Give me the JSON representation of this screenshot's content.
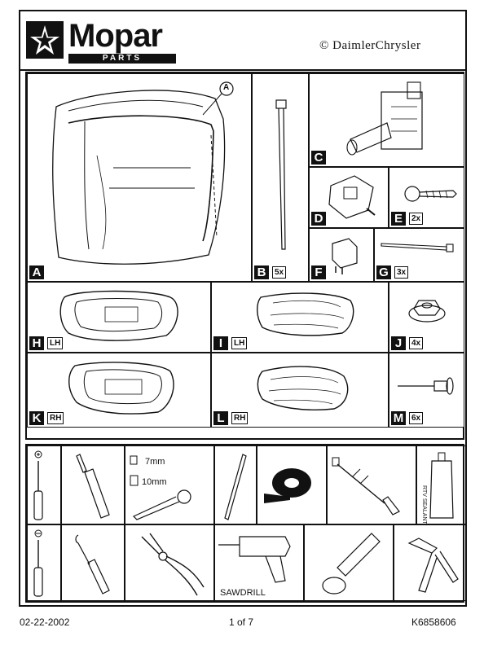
{
  "header": {
    "brand": "Mopar",
    "sub_brand": "PARTS",
    "copyright": "© DaimlerChrysler"
  },
  "parts": [
    {
      "letter": "A",
      "qty": ""
    },
    {
      "letter": "B",
      "qty": "5x"
    },
    {
      "letter": "C",
      "qty": ""
    },
    {
      "letter": "D",
      "qty": ""
    },
    {
      "letter": "E",
      "qty": "2x"
    },
    {
      "letter": "F",
      "qty": ""
    },
    {
      "letter": "G",
      "qty": "3x"
    },
    {
      "letter": "H",
      "qty": "LH"
    },
    {
      "letter": "I",
      "qty": "LH"
    },
    {
      "letter": "J",
      "qty": "4x"
    },
    {
      "letter": "K",
      "qty": "RH"
    },
    {
      "letter": "L",
      "qty": "RH"
    },
    {
      "letter": "M",
      "qty": "6x"
    }
  ],
  "callout": "A",
  "tools": {
    "socket_small": "7mm",
    "socket_large": "10mm",
    "sealant": "RTV SEALANT",
    "sawdrill": "SAWDRILL"
  },
  "footer": {
    "date": "02-22-2002",
    "page": "1 of 7",
    "doc_number": "K6858606"
  }
}
